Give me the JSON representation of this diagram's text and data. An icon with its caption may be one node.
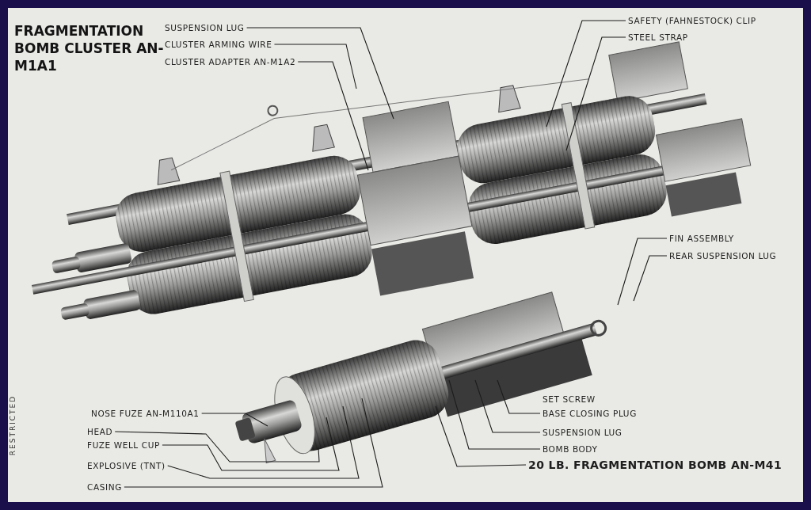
{
  "diagram": {
    "title": "FRAGMENTATION BOMB CLUSTER AN-M1A1",
    "nodes": [
      {
        "text": [
          "SUSPENSION LUG"
        ]
      },
      {
        "text": [
          "CLUSTER ARMING WIRE"
        ]
      },
      {
        "text": [
          "CLUSTER ADAPTER AN-M1A2"
        ]
      },
      {
        "text": [
          "SAFETY (FAHNESTOCK) CLIP"
        ]
      },
      {
        "text": [
          "STEEL STRAP"
        ]
      },
      {
        "text": [
          "FIN ASSEMBLY"
        ]
      },
      {
        "text": [
          "REAR SUSPENSION LUG"
        ]
      },
      {
        "text": [
          "NOSE FUZE AN-M110A1"
        ]
      },
      {
        "text": [
          "HEAD"
        ]
      },
      {
        "text": [
          "FUZE WELL CUP"
        ]
      },
      {
        "text": [
          "EXPLOSIVE (TNT)"
        ]
      },
      {
        "text": [
          "CASING"
        ]
      },
      {
        "text": [
          "BASE CLOSING PLUG"
        ]
      },
      {
        "text": [
          "SUSPENSION LUG"
        ]
      },
      {
        "text": [
          "BOMB BODY"
        ]
      },
      {
        "text": [
          "20 LB. FRAGMENTATION BOMB AN-M41"
        ]
      }
    ],
    "edges": [
      {
        "from": 0,
        "to": null,
        "arrow": "none"
      },
      {
        "from": 1,
        "to": null,
        "arrow": "none"
      },
      {
        "from": 2,
        "to": null,
        "arrow": "none"
      },
      {
        "from": 3,
        "to": null,
        "arrow": "none"
      },
      {
        "from": 4,
        "to": null,
        "arrow": "none"
      },
      {
        "from": 5,
        "to": null,
        "arrow": "none"
      },
      {
        "from": 6,
        "to": null,
        "arrow": "none"
      },
      {
        "from": 7,
        "to": null,
        "arrow": "none"
      },
      {
        "from": 8,
        "to": null,
        "arrow": "none"
      },
      {
        "from": 9,
        "to": null,
        "arrow": "none"
      },
      {
        "from": 10,
        "to": null,
        "arrow": "none"
      },
      {
        "from": 11,
        "to": null,
        "arrow": "none"
      },
      {
        "from": 12,
        "to": null,
        "arrow": "none"
      },
      {
        "from": 13,
        "to": null,
        "arrow": "none"
      },
      {
        "from": 14,
        "to": null,
        "arrow": "none"
      },
      {
        "from": 15,
        "to": null,
        "arrow": "none"
      }
    ],
    "labels": [
      "SET SCREW",
      "RESTRICTED"
    ]
  }
}
